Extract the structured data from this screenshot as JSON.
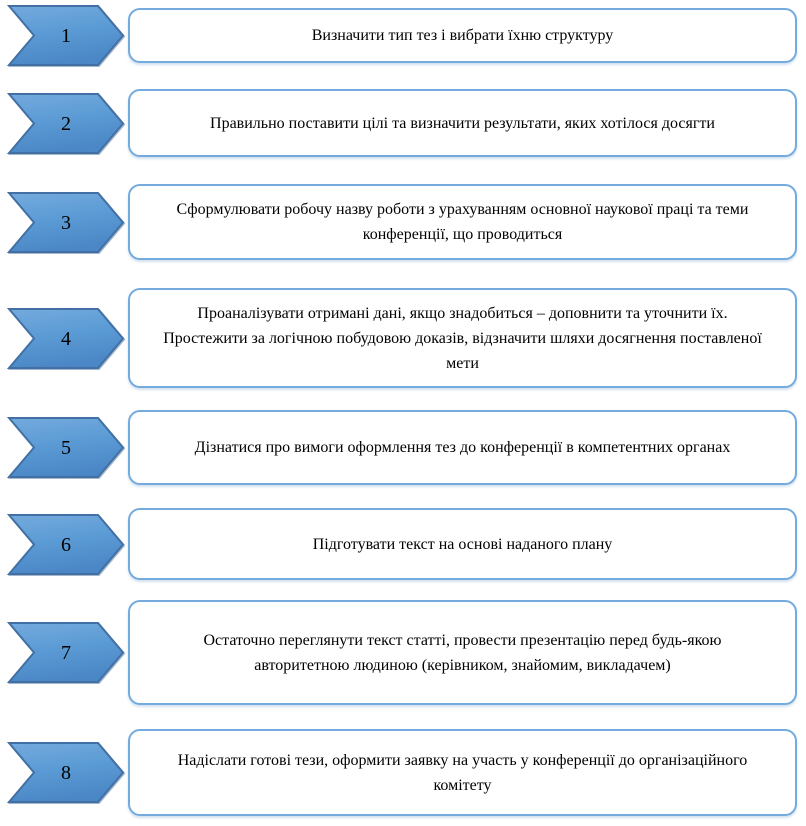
{
  "diagram": {
    "type": "numbered-chevron-process",
    "language": "uk",
    "colors": {
      "arrow_fill": "#5b9bd5",
      "arrow_fill_light": "#74aadd",
      "arrow_fill_dark": "#4b87c6",
      "arrow_border": "#4270a4",
      "box_border": "#74abdf",
      "text": "#000000",
      "background": "#ffffff"
    },
    "steps": [
      {
        "number": "1",
        "text": "Визначити тип тез і вибрати їхню структуру"
      },
      {
        "number": "2",
        "text": "Правильно поставити цілі та визначити результати, яких хотілося досягти"
      },
      {
        "number": "3",
        "text": "Сформулювати робочу назву роботи з урахуванням основної наукової праці та теми конференції, що проводиться"
      },
      {
        "number": "4",
        "text": "Проаналізувати отримані дані, якщо знадобиться – доповнити та уточнити їх. Простежити за логічною побудовою доказів, відзначити шляхи досягнення поставленої мети"
      },
      {
        "number": "5",
        "text": "Дізнатися про вимоги оформлення тез до конференції в компетентних органах"
      },
      {
        "number": "6",
        "text": "Підготувати текст на основі наданого плану"
      },
      {
        "number": "7",
        "text": "Остаточно переглянути текст статті, провести презентацію перед будь-якою авторитетною людиною (керівником, знайомим, викладачем)"
      },
      {
        "number": "8",
        "text": "Надіслати готові тези, оформити заявку на участь у конференції до організаційного комітету"
      }
    ]
  }
}
